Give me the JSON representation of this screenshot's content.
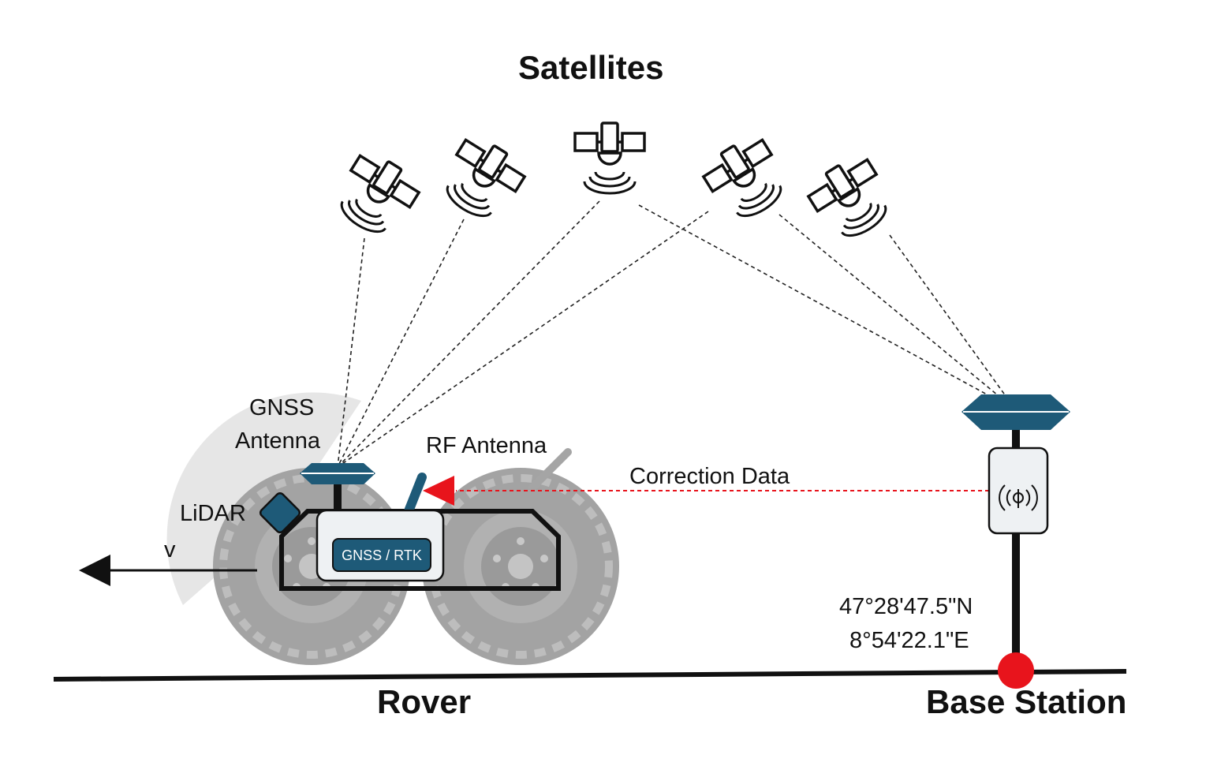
{
  "title": "Satellites",
  "labels": {
    "gnss_antenna_line1": "GNSS",
    "gnss_antenna_line2": "Antenna",
    "rf_antenna": "RF Antenna",
    "lidar": "LiDAR",
    "velocity": "v",
    "gnss_rtk": "GNSS / RTK",
    "correction_data": "Correction Data",
    "latitude": "47°28'47.5\"N",
    "longitude": "8°54'22.1\"E",
    "rover": "Rover",
    "base_station": "Base Station"
  },
  "colors": {
    "antenna_blue": "#1e5a78",
    "correction_red": "#e8141c",
    "base_point_red": "#e8141c",
    "wheel_gray": "#9e9e9e",
    "fov_gray": "#e6e6e6"
  },
  "icons": {
    "satellite": "satellite-icon",
    "radio": "radio-broadcast-icon"
  },
  "satellite_count": 5
}
